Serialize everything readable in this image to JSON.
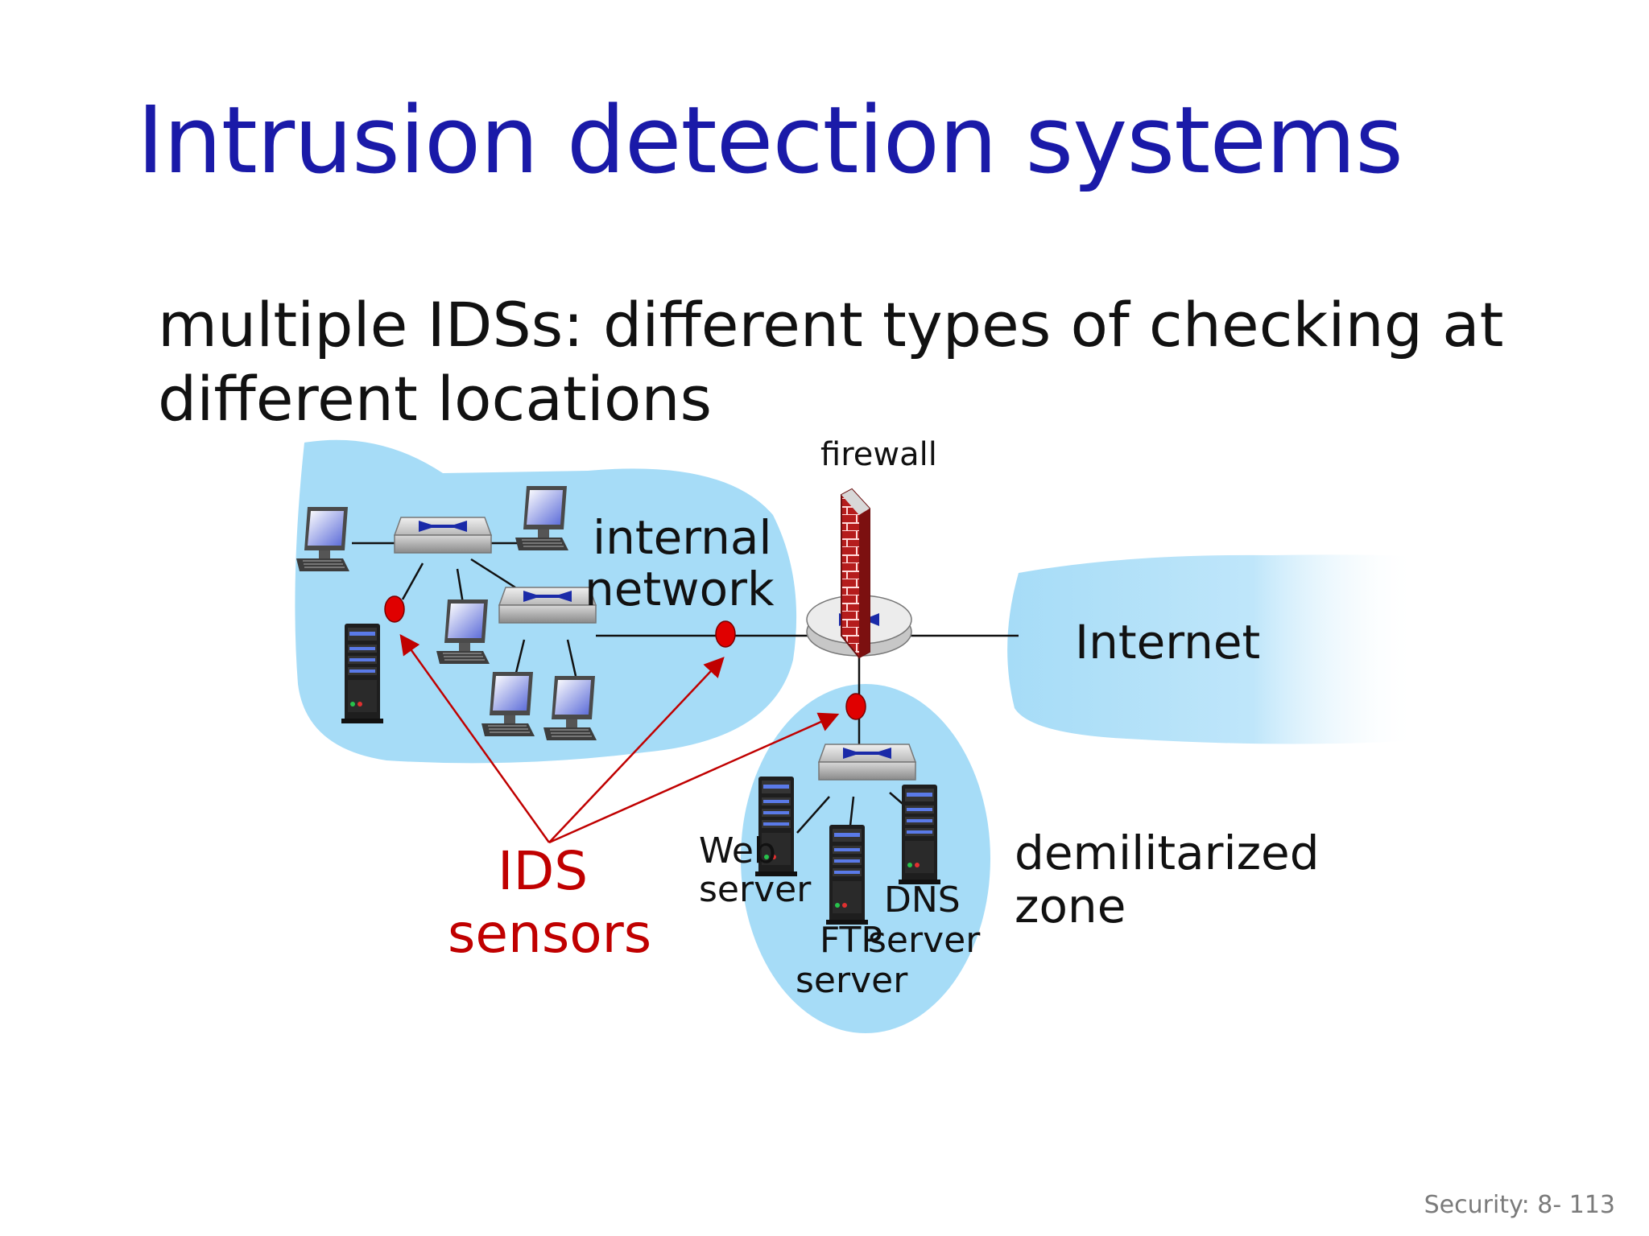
{
  "slide": {
    "title": "Intrusion detection systems",
    "subtitle": "multiple IDSs: different types of checking at different locations",
    "footer": "Security: 8- 113"
  },
  "diagram": {
    "labels": {
      "firewall": "firewall",
      "internal_line1": "internal",
      "internal_line2": "network",
      "internet": "Internet",
      "ids_line1": "IDS",
      "ids_line2": "sensors",
      "dmz_line1": "demilitarized",
      "dmz_line2": "zone",
      "web_line1": "Web",
      "web_line2": "server",
      "ftp_line1": "FTP",
      "ftp_line2": "server",
      "dns_line1": "DNS",
      "dns_line2": "server"
    },
    "colors": {
      "title": "#1a1aa8",
      "cloud": "#a6dcf7",
      "ids_red": "#c00000",
      "sensor": "#e00000",
      "firewall": "#b51c1c"
    },
    "icons": [
      "switch-icon",
      "router-icon",
      "firewall-icon",
      "desktop-computer-icon",
      "server-icon",
      "ids-sensor-icon"
    ]
  }
}
